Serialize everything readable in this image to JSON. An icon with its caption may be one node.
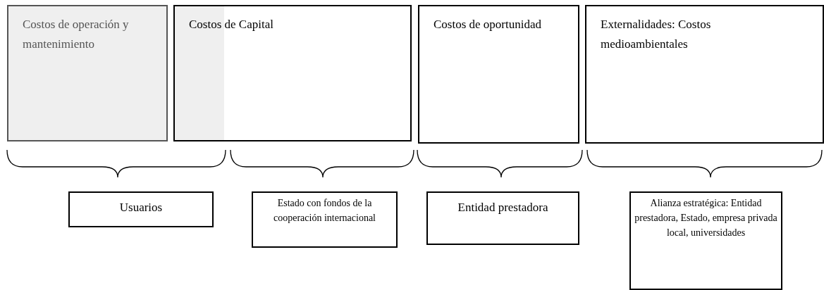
{
  "diagram": {
    "nodes": [
      {
        "text": [
          "Costos de operación y mantenimiento"
        ]
      },
      {
        "text": [
          "Costos de Capital"
        ]
      },
      {
        "text": [
          "Costos de oportunidad"
        ]
      },
      {
        "text": [
          "Externalidades: Costos medioambientales"
        ]
      },
      {
        "text": [
          "Usuarios"
        ]
      },
      {
        "text": [
          "Estado con fondos de la cooperación internacional"
        ]
      },
      {
        "text": [
          "Entidad prestadora"
        ]
      },
      {
        "text": [
          "Alianza estratégica: Entidad prestadora, Estado, empresa privada local, universidades"
        ]
      }
    ],
    "edges": []
  }
}
